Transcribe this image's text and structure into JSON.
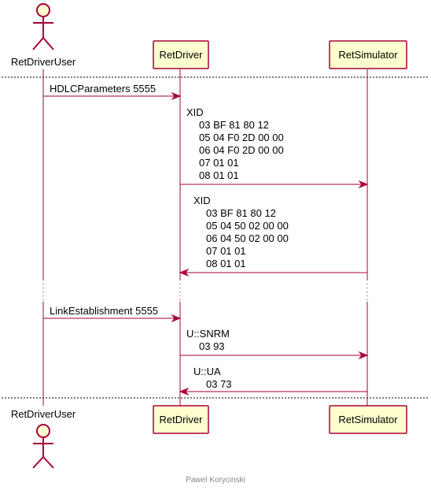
{
  "participants": {
    "user": {
      "label": "RetDriverUser"
    },
    "driver": {
      "label": "RetDriver"
    },
    "simulator": {
      "label": "RetSimulator"
    }
  },
  "messages": [
    {
      "lines": [
        "HDLCParameters 5555"
      ]
    },
    {
      "lines": [
        "XID",
        "03 BF 81 80 12",
        "05 04 F0 2D 00 00",
        "06 04 F0 2D 00 00",
        "07 01 01",
        "08 01 01"
      ]
    },
    {
      "lines": [
        "XID",
        "03 BF 81 80 12",
        "05 04 50 02 00 00",
        "06 04 50 02 00 00",
        "07 01 01",
        "08 01 01"
      ]
    },
    {
      "lines": [
        "LinkEstablishment 5555"
      ]
    },
    {
      "lines": [
        "U::SNRM",
        "03 93"
      ]
    },
    {
      "lines": [
        "U::UA",
        "03 73"
      ]
    }
  ],
  "footer": "Pawel Korycinski",
  "colors": {
    "line": "#A80036",
    "box_fill": "#FEFECE",
    "text": "#000000",
    "footer_text": "#888888"
  }
}
